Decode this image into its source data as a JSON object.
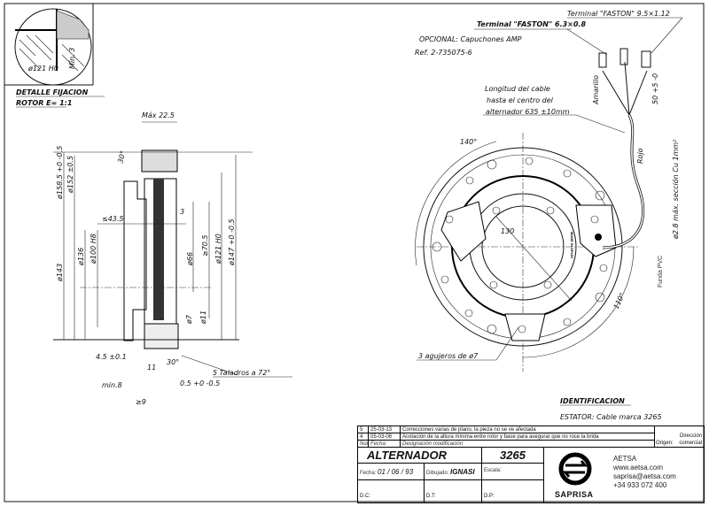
{
  "detail": {
    "dim": "ø121 H0",
    "min": "Mín. 3",
    "title_1": "DETALLE FIJACION",
    "title_2": "ROTOR  E= 1:1"
  },
  "section_view": {
    "max_width": "Máx 22.5",
    "angle_top": "30°",
    "d158": "ø158.5 +0 -0.5",
    "d152": "ø152 ±0.5",
    "d143": "ø143",
    "d136": "ø136",
    "d100": "ø100 H8",
    "le43": "≤43.5",
    "three": "3",
    "d66": "ø66",
    "ge70": "≥70.5",
    "d121": "ø121 H0",
    "d147": "ø147 +0 -0.5",
    "d7": "ø7",
    "d11": "ø11",
    "d45": "4.5 ±0.1",
    "eleven": "11",
    "angle_bottom": "30°",
    "taladros": "5 Taladros a 72°",
    "d05": "0.5 +0 -0.5",
    "min8": "min.8",
    "ge9": "≥9"
  },
  "front_view": {
    "terminal_1": "Terminal \"FASTON\" 6.3×0.8",
    "opcional": "OPCIONAL: Capuchones AMP",
    "ref": "Ref. 2-735075-6",
    "terminal_2": "Terminal \"FASTON\" 9.5×1.12",
    "longitud_1": "Longitud del cable",
    "longitud_2": "hasta el centro del",
    "longitud_3": "alternador 635 ±10mm",
    "amarillo": "Amarillo",
    "rojo": "Rojo",
    "fifty": "50 +5 -0",
    "cable": "ø2.8 máx. sección Cu 1mm²",
    "funda": "Funda PVC",
    "angle_140": "140°",
    "d130": "130",
    "angle_110": "110°",
    "agujeros": "3 agujeros de ø7",
    "made_in": "MADE IN SPAIN"
  },
  "identification": {
    "title": "IDENTIFICACION",
    "estator": "ESTATOR: Cable marca 3265"
  },
  "title_block": {
    "revisions": [
      {
        "num": "5",
        "date": "25-03-13",
        "desc": "Correcciones varias de plano, la pieza no se ve afectada"
      },
      {
        "num": "4",
        "date": "05-03-08",
        "desc": "Acotación de la altura mínima entre rotor y base para asegurar que no roce la brida"
      }
    ],
    "header": {
      "num": "Num.",
      "date": "Fecha:",
      "desc": "Designación modificación"
    },
    "origen_label": "Origen:",
    "origen_value_1": "Dirección",
    "origen_value_2": "comercial",
    "name": "ALTERNADOR",
    "number": "3265",
    "fecha_label": "Fecha:",
    "fecha": "01 / 06 / 93",
    "dibujado_label": "Dibujado:",
    "dibujado": "IGNASI",
    "escala_label": "Escala:",
    "dc": "D.C:",
    "dt": "D.T:",
    "dp": "D.P:",
    "logo_text": "SAPRISA",
    "company": "AETSA",
    "web": "www.aetsa.com",
    "email": "saprisa@aetsa.com",
    "phone": "+34 933 072 400"
  }
}
